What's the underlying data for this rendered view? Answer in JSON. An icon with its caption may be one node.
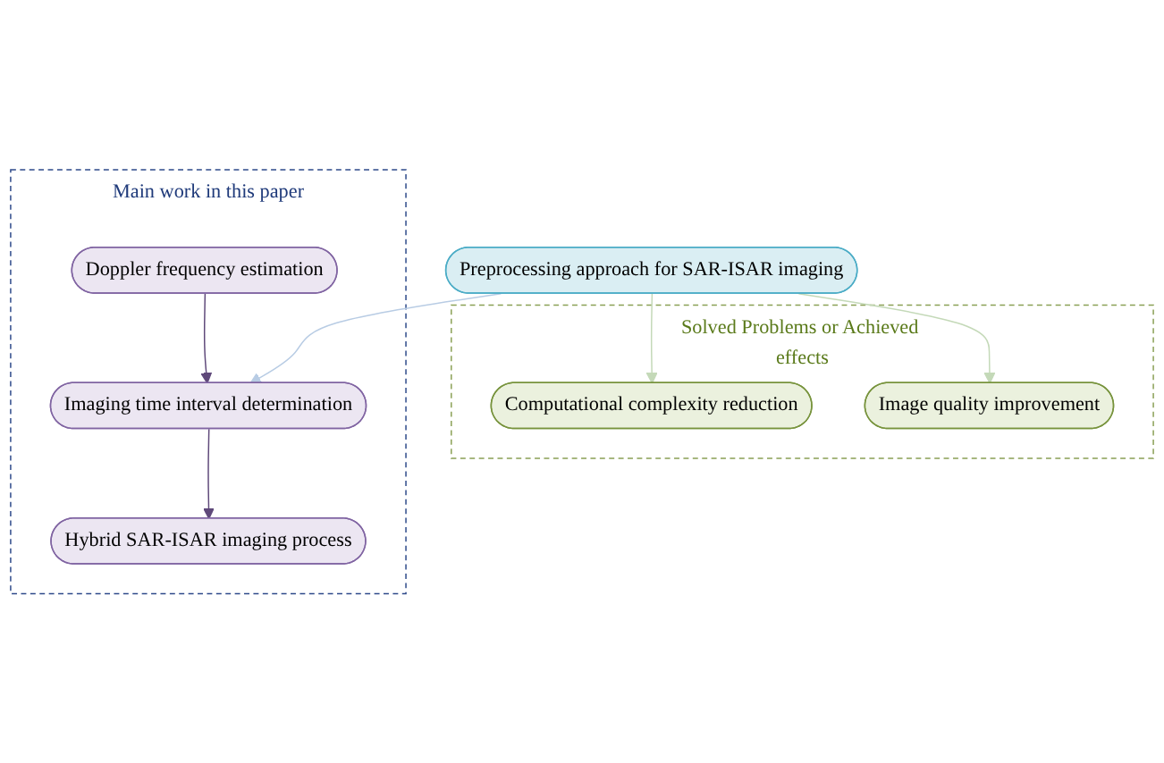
{
  "diagram": {
    "nodes": [
      {
        "text": [
          "Main work in this paper"
        ]
      },
      {
        "text": [
          "Doppler frequency estimation"
        ],
        "in": 0
      },
      {
        "text": [
          "Imaging time interval determination"
        ],
        "in": 0
      },
      {
        "text": [
          "Hybrid SAR-ISAR imaging process"
        ],
        "in": 0
      },
      {
        "text": [
          "Preprocessing approach for SAR-ISAR imaging"
        ]
      },
      {
        "text": [
          "Solved Problems or Achieved effects"
        ]
      },
      {
        "text": [
          "Computational complexity reduction"
        ],
        "in": 5
      },
      {
        "text": [
          "Image quality improvement"
        ],
        "in": 5
      }
    ],
    "edges": [
      {
        "from": 1,
        "to": 2,
        "arrow": "to"
      },
      {
        "from": 2,
        "to": 3,
        "arrow": "to"
      },
      {
        "from": 4,
        "to": 2,
        "arrow": "to",
        "color": "#b8cce4"
      },
      {
        "from": 4,
        "to": 6,
        "arrow": "to",
        "color": "#c4d9b8"
      },
      {
        "from": 4,
        "to": 7,
        "arrow": "to",
        "color": "#c4d9b8"
      }
    ]
  }
}
